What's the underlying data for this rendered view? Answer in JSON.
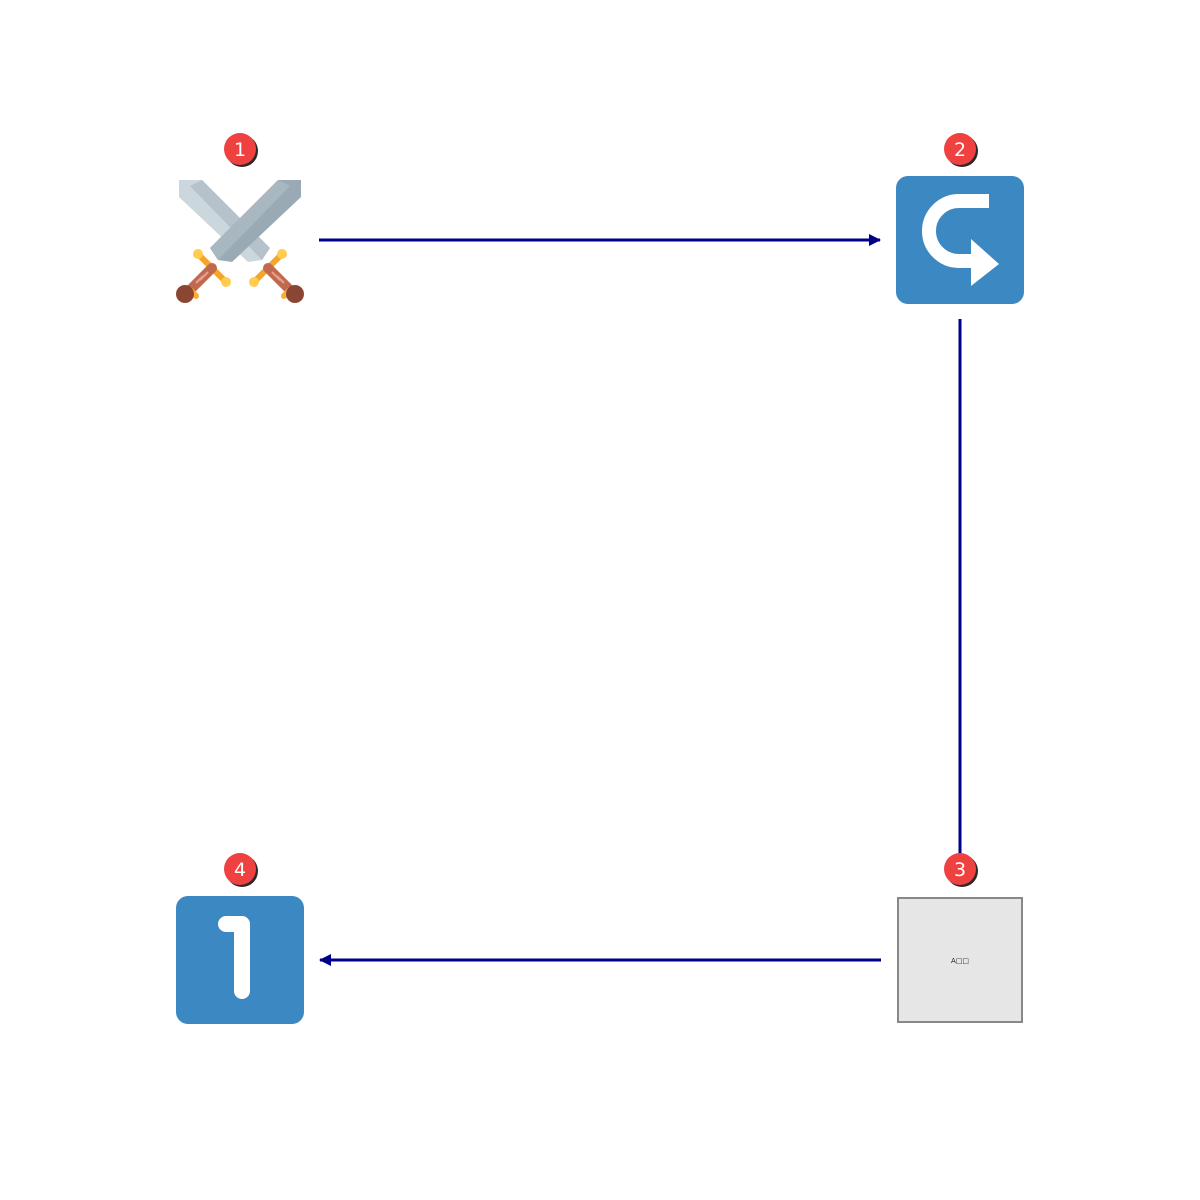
{
  "diagram": {
    "colors": {
      "background": "#ffffff",
      "connector": "#00008b",
      "badge_fill": "#f04141",
      "badge_shadow": "#2a2a2a",
      "tile_blue": "#3b88c3",
      "placeholder_fill": "#e6e6e6",
      "placeholder_border": "#888888"
    },
    "nodes": [
      {
        "id": "node-1",
        "icon": "crossed-swords-icon",
        "badge": "1"
      },
      {
        "id": "node-2",
        "icon": "right-arrow-curving-left-icon",
        "badge": "2"
      },
      {
        "id": "node-3",
        "icon": "placeholder-image-icon",
        "badge": "3",
        "caption": "A□□"
      },
      {
        "id": "node-4",
        "icon": "keycap-digit-one-icon",
        "badge": "4",
        "glyph": "1"
      }
    ],
    "edges": [
      {
        "from": "node-1",
        "to": "node-2",
        "directed": true
      },
      {
        "from": "node-2",
        "to": "node-3",
        "directed": false
      },
      {
        "from": "node-3",
        "to": "node-4",
        "directed": true
      }
    ]
  }
}
